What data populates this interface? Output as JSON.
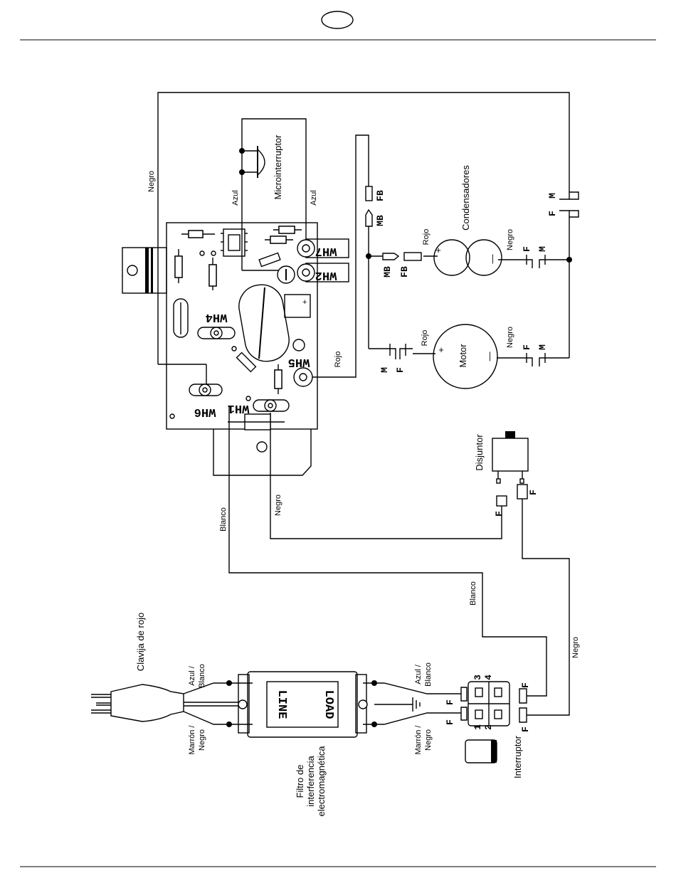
{
  "labels": {
    "clavija": "Clavija de rojo",
    "filtro": [
      "Filtro de",
      "interferencia",
      "electromagnética"
    ],
    "line": "LINE",
    "load": "LOAD",
    "azul_blanco": [
      "Azul /",
      "Blanco"
    ],
    "marron_negro": [
      "Marrón /",
      "Negro"
    ],
    "interruptor": "Interruptor",
    "disjuntor": "Disjuntor",
    "motor": "Motor",
    "condensadores": "Condensadores",
    "microinterruptor": "Microinterruptor",
    "wire_negro": "Negro",
    "wire_blanco": "Blanco",
    "wire_azul": "Azul",
    "wire_rojo": "Rojo",
    "plus": "+",
    "minus": "—"
  },
  "terminals": {
    "wh1": "WH1",
    "wh2": "WH2",
    "wh4": "WH4",
    "wh5": "WH5",
    "wh6": "WH6",
    "wh7": "WH7",
    "f": "F",
    "m": "M",
    "fb": "FB",
    "mb": "MB"
  },
  "switch_pins": [
    "1",
    "2",
    "3",
    "4"
  ]
}
